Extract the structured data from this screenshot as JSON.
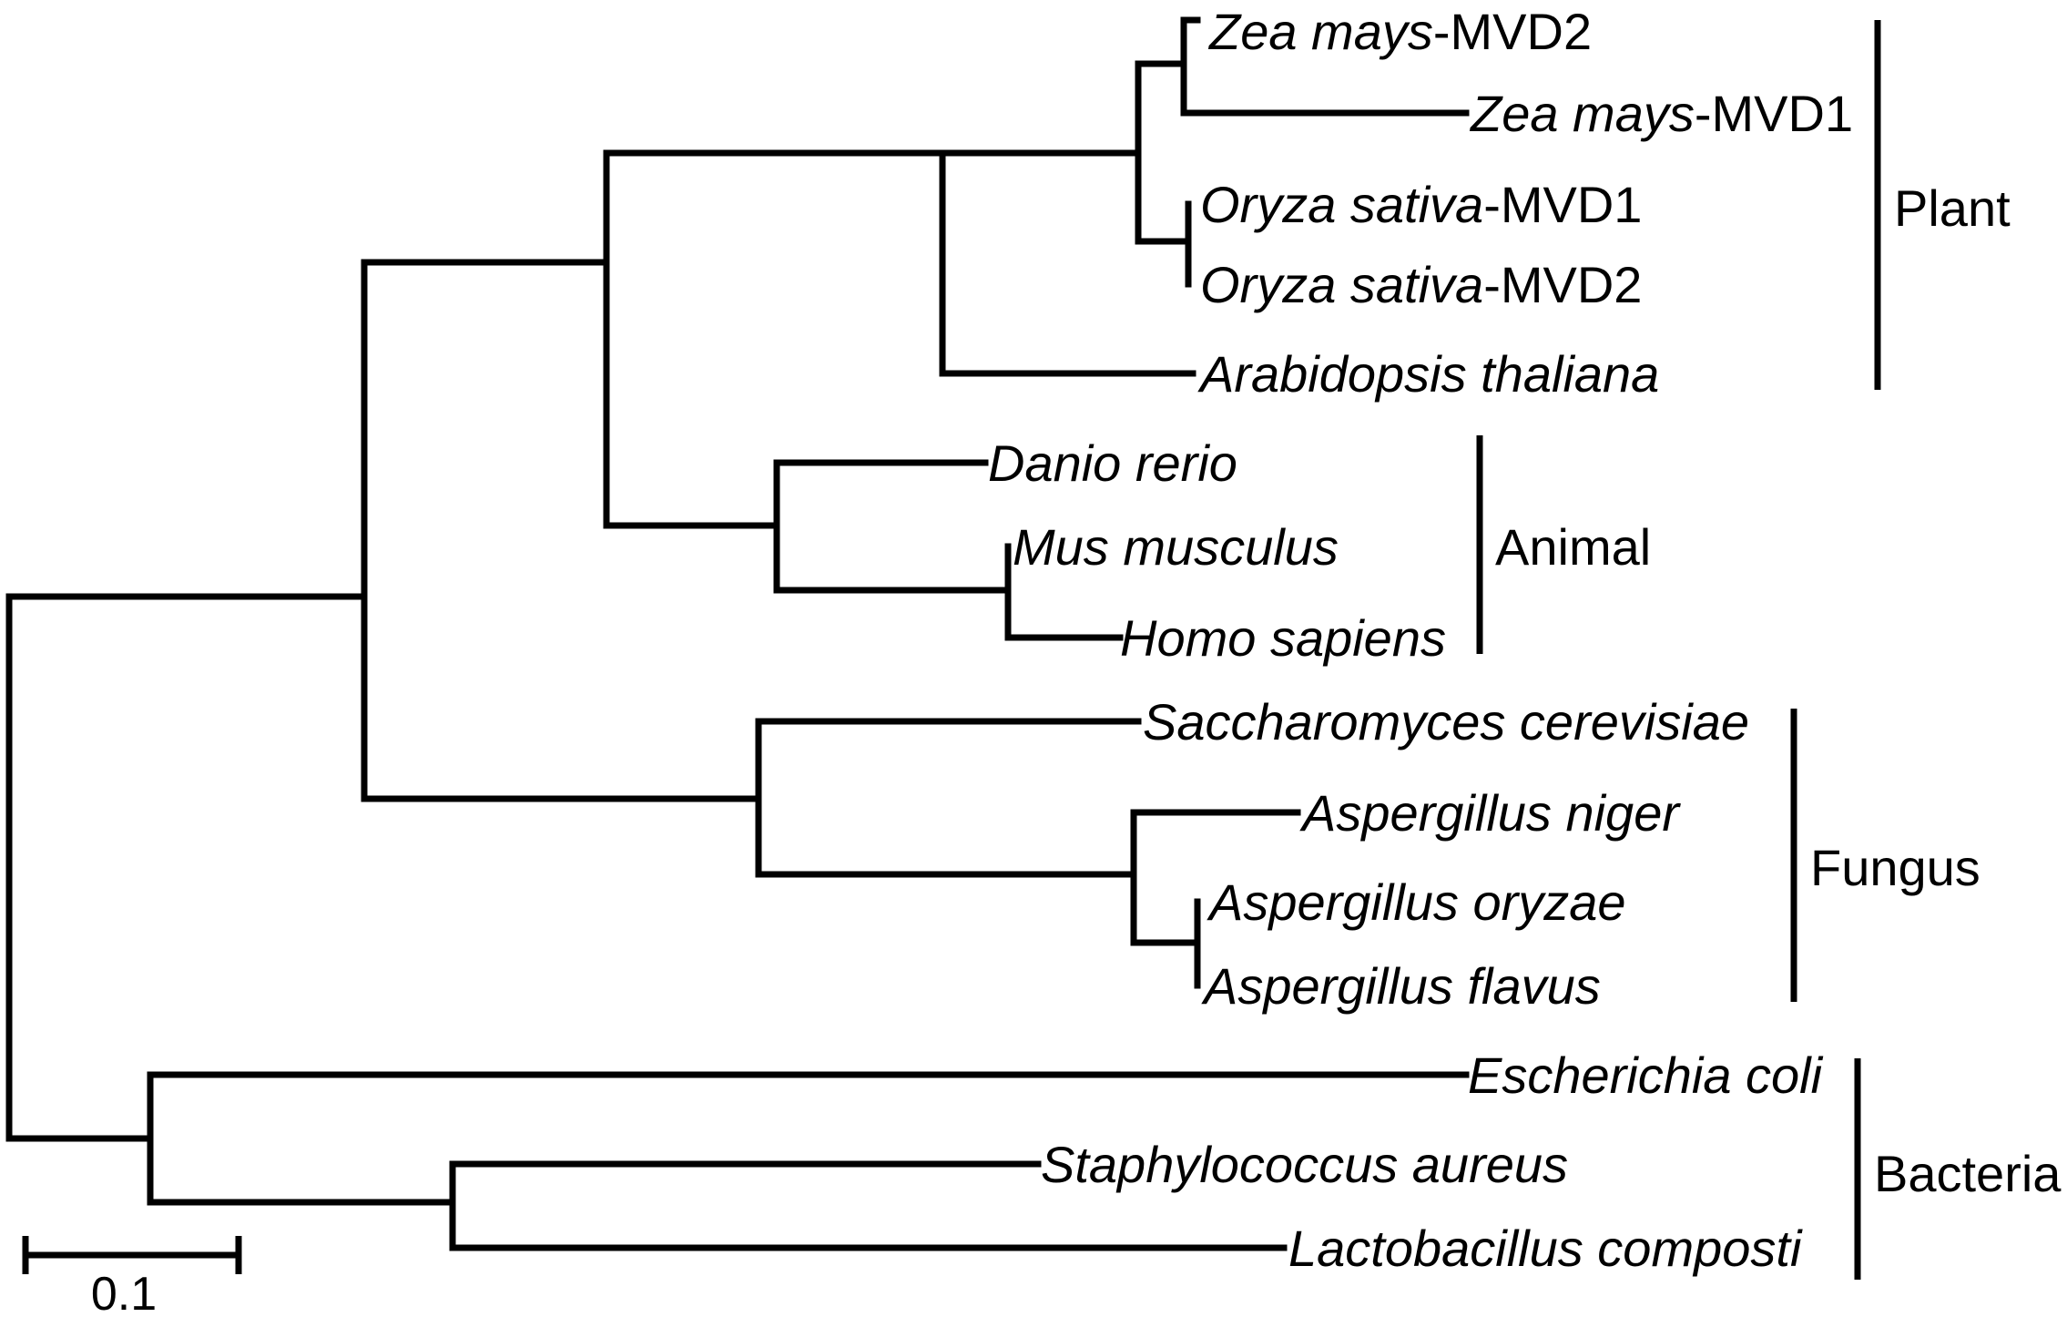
{
  "leaves": [
    {
      "id": "zea-mvd2",
      "italic": "Zea mays",
      "suffix": "-MVD2"
    },
    {
      "id": "zea-mvd1",
      "italic": "Zea mays",
      "suffix": "-MVD1"
    },
    {
      "id": "oryza-mvd1",
      "italic": "Oryza sativa",
      "suffix": "-MVD1"
    },
    {
      "id": "oryza-mvd2",
      "italic": "Oryza sativa",
      "suffix": "-MVD2"
    },
    {
      "id": "arabidopsis",
      "italic": "Arabidopsis thaliana",
      "suffix": ""
    },
    {
      "id": "danio",
      "italic": "Danio rerio",
      "suffix": ""
    },
    {
      "id": "mus",
      "italic": "Mus musculus",
      "suffix": ""
    },
    {
      "id": "homo",
      "italic": "Homo sapiens",
      "suffix": ""
    },
    {
      "id": "saccharomyces",
      "italic": "Saccharomyces cerevisiae",
      "suffix": ""
    },
    {
      "id": "asp-niger",
      "italic": "Aspergillus niger",
      "suffix": ""
    },
    {
      "id": "asp-oryzae",
      "italic": "Aspergillus oryzae",
      "suffix": ""
    },
    {
      "id": "asp-flavus",
      "italic": "Aspergillus flavus",
      "suffix": ""
    },
    {
      "id": "ecoli",
      "italic": "Escherichia coli",
      "suffix": ""
    },
    {
      "id": "staph",
      "italic": "Staphylococcus aureus",
      "suffix": ""
    },
    {
      "id": "lacto",
      "italic": "Lactobacillus composti",
      "suffix": ""
    }
  ],
  "groups": [
    {
      "id": "plant",
      "label": "Plant"
    },
    {
      "id": "animal",
      "label": "Animal"
    },
    {
      "id": "fungus",
      "label": "Fungus"
    },
    {
      "id": "bacteria",
      "label": "Bacteria"
    }
  ],
  "scale_bar": {
    "label": "0.1"
  }
}
